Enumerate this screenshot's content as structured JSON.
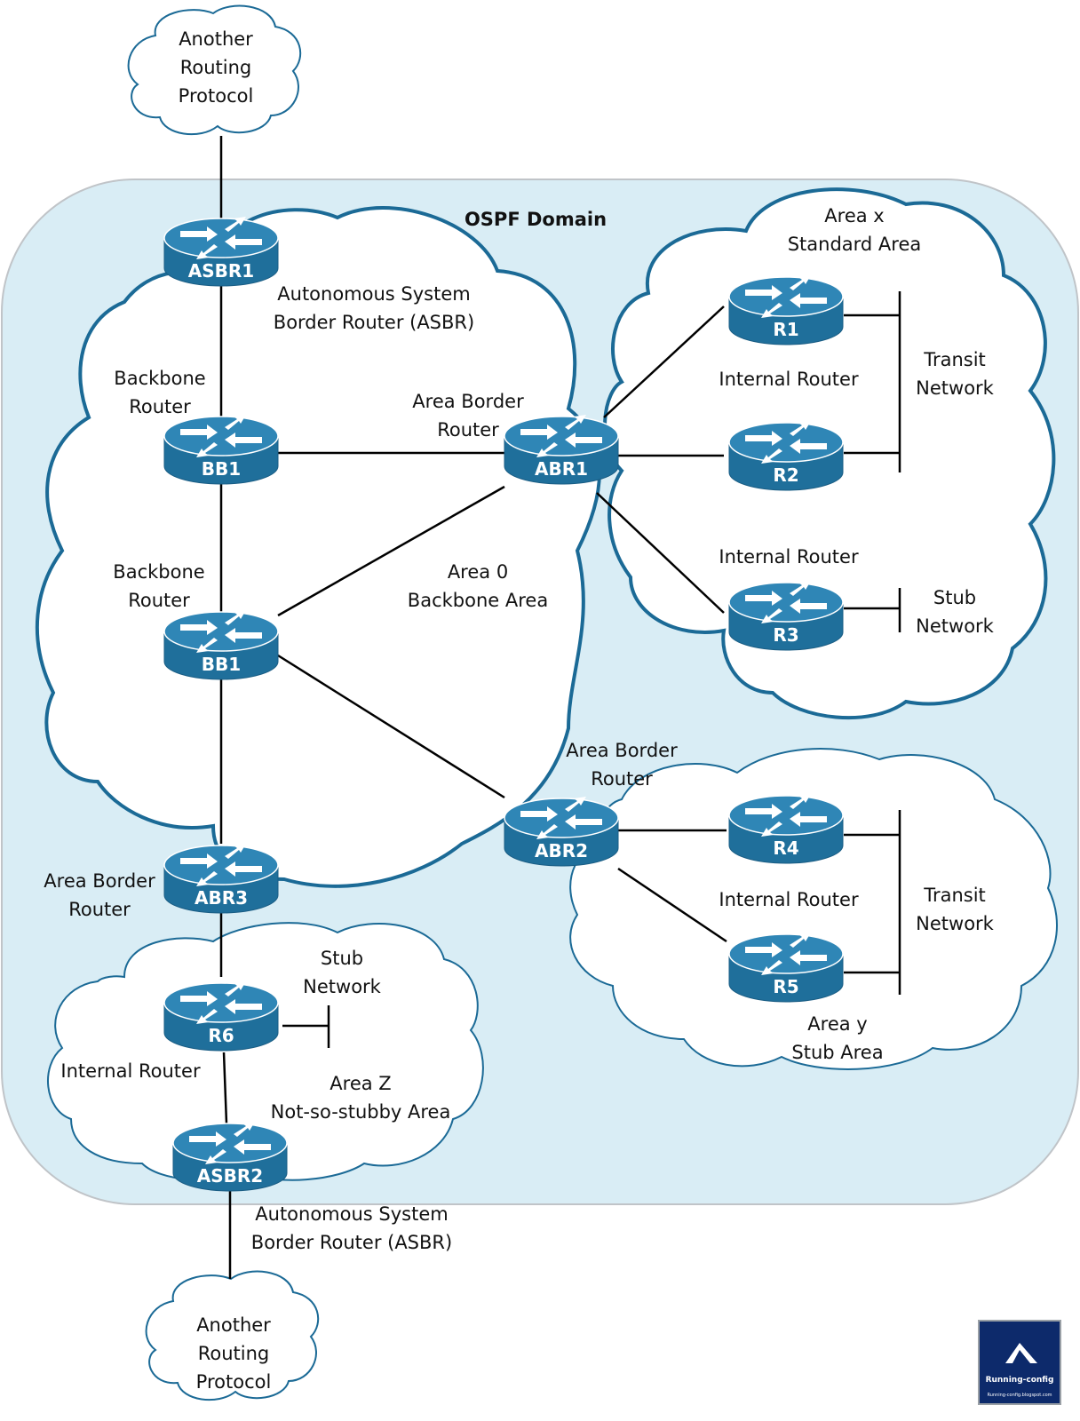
{
  "title": "OSPF Domain",
  "colors": {
    "domain_fill": "#d9edf5",
    "domain_stroke": "#c0c4c8",
    "cloud_stroke": "#1b6a96",
    "router_body": "#1f6f9b",
    "router_top": "#2f86b6",
    "logo_bg": "#0d2a6b"
  },
  "routers": {
    "asbr1": "ASBR1",
    "bb1a": "BB1",
    "bb1b": "BB1",
    "abr1": "ABR1",
    "abr2": "ABR2",
    "abr3": "ABR3",
    "r1": "R1",
    "r2": "R2",
    "r3": "R3",
    "r4": "R4",
    "r5": "R5",
    "r6": "R6",
    "asbr2": "ASBR2"
  },
  "clouds": {
    "top": [
      "Another",
      "Routing",
      "Protocol"
    ],
    "bottom": [
      "Another",
      "Routing",
      "Protocol"
    ]
  },
  "labels": {
    "asbr_top": [
      "Autonomous System",
      "Border Router (ASBR)"
    ],
    "backbone_1": [
      "Backbone",
      "Router"
    ],
    "backbone_2": [
      "Backbone",
      "Router"
    ],
    "abr1_label": [
      "Area Border",
      "Router"
    ],
    "area0": [
      "Area 0",
      "Backbone Area"
    ],
    "areax": [
      "Area x",
      "Standard Area"
    ],
    "internal_1": "Internal Router",
    "internal_2": "Internal Router",
    "transit_1": [
      "Transit",
      "Network"
    ],
    "stub_1": [
      "Stub",
      "Network"
    ],
    "abr2_label": [
      "Area Border",
      "Router"
    ],
    "internal_3": "Internal Router",
    "transit_2": [
      "Transit",
      "Network"
    ],
    "areay": [
      "Area y",
      "Stub Area"
    ],
    "abr3_label": [
      "Area Border",
      "Router"
    ],
    "stub_2": [
      "Stub",
      "Network"
    ],
    "internal_4": "Internal Router",
    "areaz": [
      "Area Z",
      "Not-so-stubby Area"
    ],
    "asbr_bottom": [
      "Autonomous System",
      "Border Router (ASBR)"
    ]
  },
  "logo": {
    "name": "Running-config",
    "url": "Running-config.blogspot.com"
  },
  "icons": {
    "router": "router-icon",
    "cloud": "cloud-shape",
    "logo": "running-config-logo-icon"
  }
}
